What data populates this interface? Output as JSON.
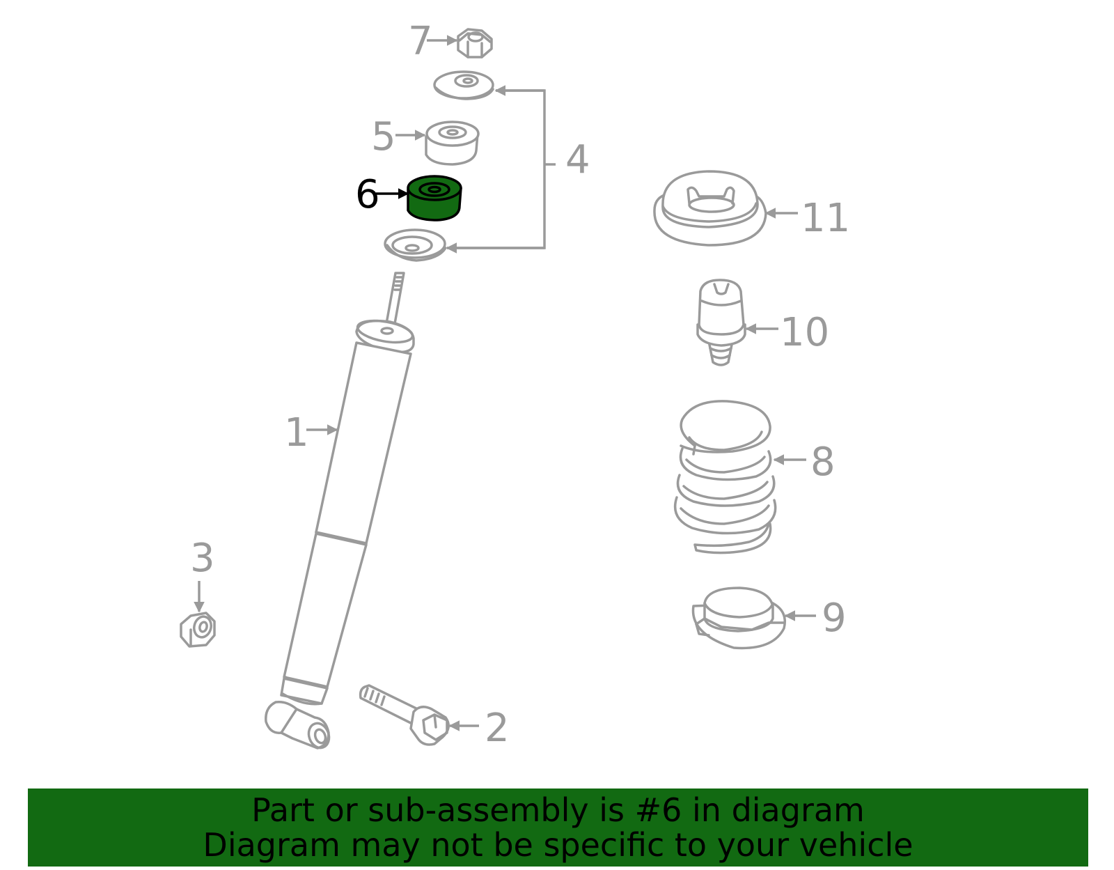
{
  "callouts": {
    "c1": "1",
    "c2": "2",
    "c3": "3",
    "c4": "4",
    "c5": "5",
    "c6": "6",
    "c7": "7",
    "c8": "8",
    "c9": "9",
    "c10": "10",
    "c11": "11"
  },
  "highlighted_part": "6",
  "banner": {
    "line1": "Part or sub-assembly is #6 in diagram",
    "line2": "Diagram may not be specific to your vehicle"
  },
  "colors": {
    "highlight": "#126a12",
    "line": "#9a9a9a",
    "banner": "#126a12"
  }
}
